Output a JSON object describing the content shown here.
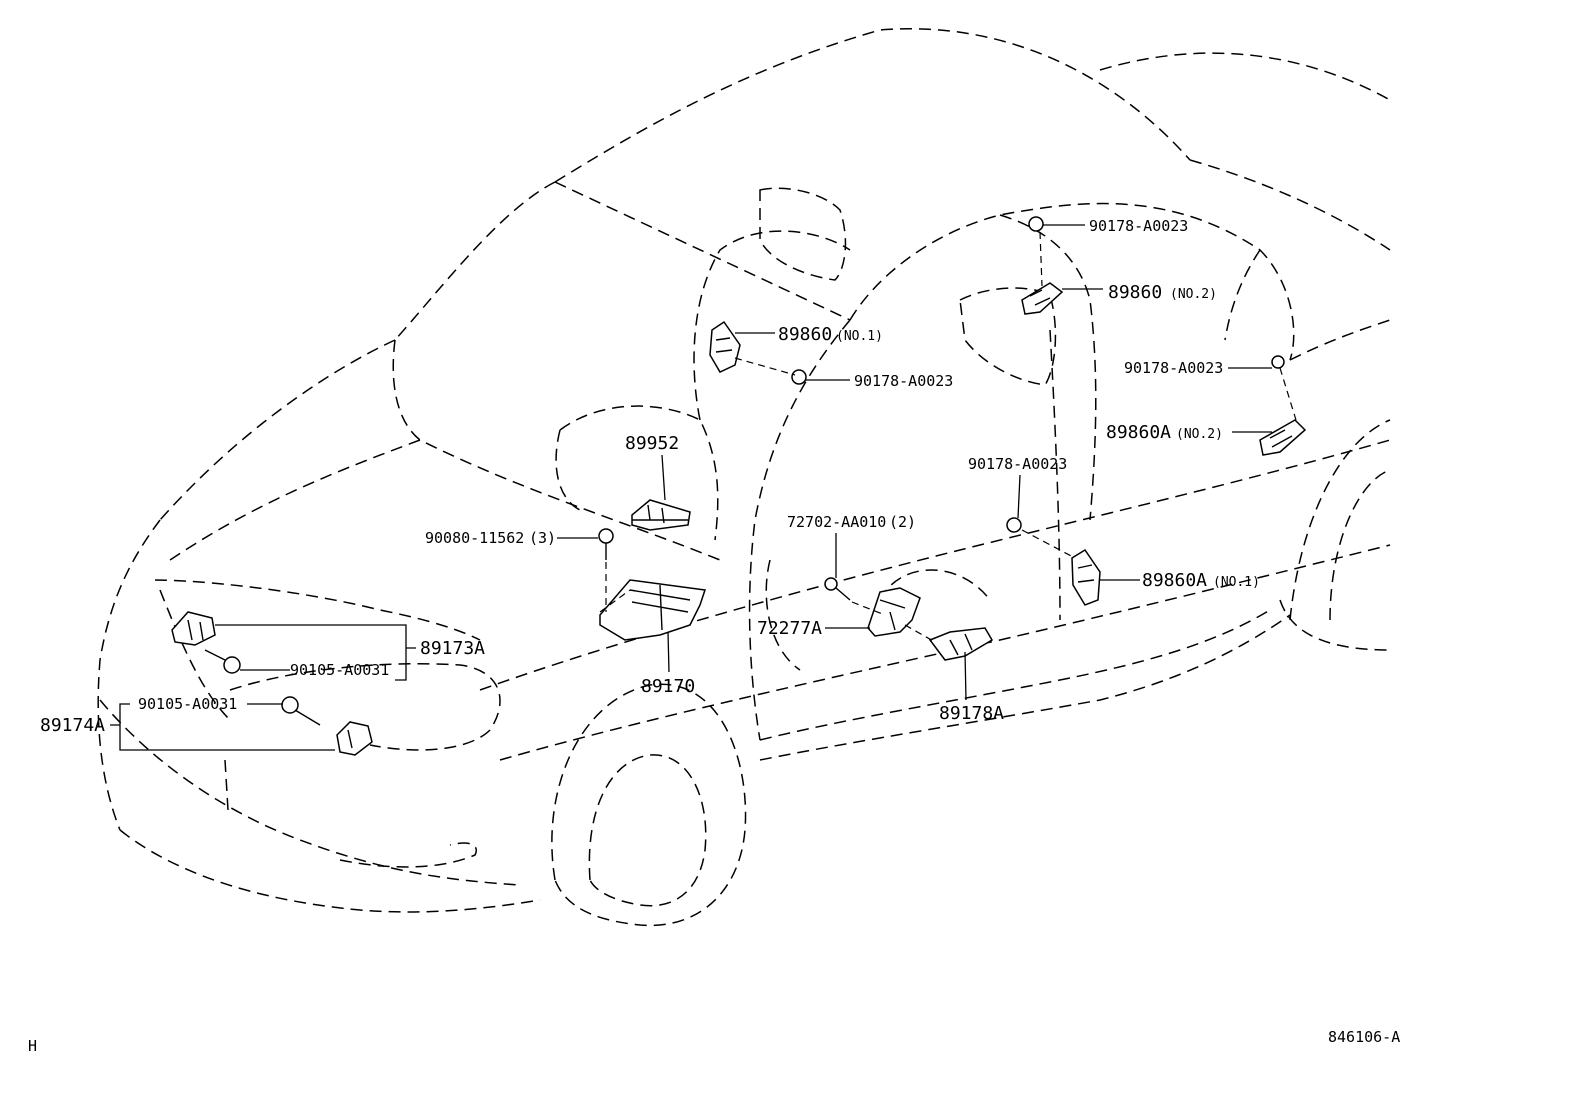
{
  "corner_mark": "H",
  "diagram_id": "846106-A",
  "callouts": {
    "nut_roof_front": "90178-A0023",
    "sensor_89860_no2": "89860",
    "sensor_89860_no2_suffix": "(NO.2)",
    "nut_pillar_rear": "90178-A0023",
    "sensor_89860A_no2": "89860A",
    "sensor_89860A_no2_suffix": "(NO.2)",
    "sensor_89860_no1": "89860",
    "sensor_89860_no1_suffix": "(NO.1)",
    "nut_pillar_front": "90178-A0023",
    "part_89952": "89952",
    "nut_door": "90178-A0023",
    "bolt_90080": "90080-11562",
    "bolt_90080_qty": "(3)",
    "bolt_72702": "72702-AA010",
    "bolt_72702_qty": "(2)",
    "sensor_89860A_no1": "89860A",
    "sensor_89860A_no1_suffix": "(NO.1)",
    "part_72277A": "72277A",
    "sensor_89173A": "89173A",
    "bolt_90105_upper": "90105-A0031",
    "bolt_90105_lower": "90105-A0031",
    "sensor_89174A": "89174A",
    "ecu_89170": "89170",
    "sensor_89178A": "89178A"
  }
}
